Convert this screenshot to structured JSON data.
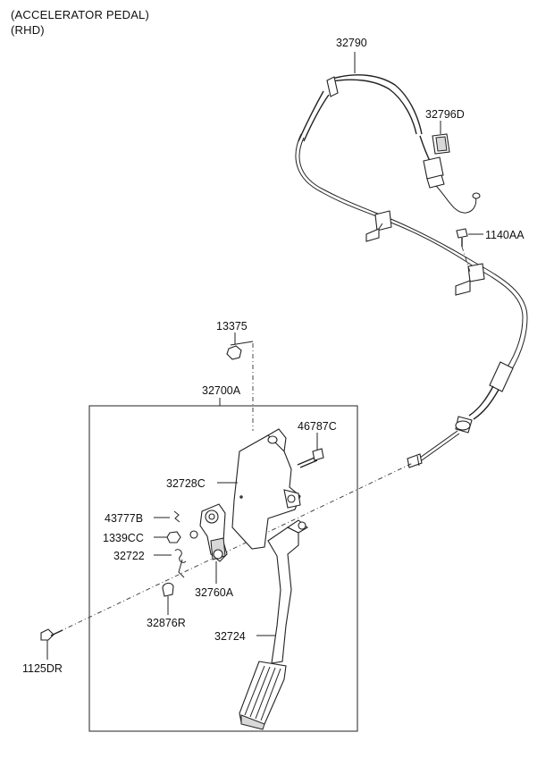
{
  "header": {
    "title": "(ACCELERATOR PEDAL)",
    "subtitle": "(RHD)"
  },
  "callouts": {
    "cable": "32790",
    "clip": "32796D",
    "cable_bolt": "1140AA",
    "nut": "13375",
    "pedal_assembly": "32700A",
    "stud_bolt": "46787C",
    "bracket": "32728C",
    "spring_pin": "43777B",
    "small_nut": "1339CC",
    "spring": "32722",
    "lever": "32760A",
    "stopper": "32876R",
    "pedal_arm": "32724",
    "mount_bolt": "1125DR"
  }
}
